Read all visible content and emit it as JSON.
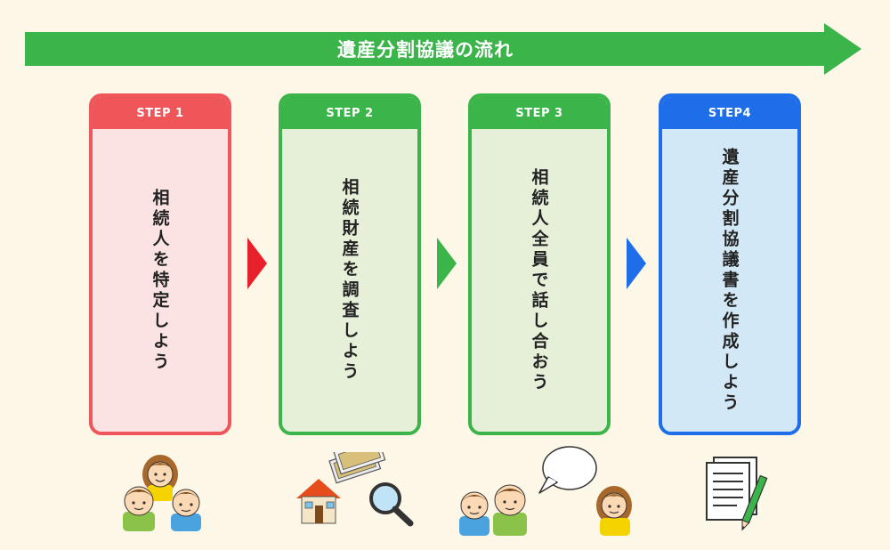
{
  "banner": {
    "title": "遺産分割協議の流れ"
  },
  "steps": [
    {
      "label": "STEP 1",
      "text": "相続人を特定しよう",
      "color": "#ee5659",
      "bg": "#fbe3e3"
    },
    {
      "label": "STEP 2",
      "text": "相続財産を調査しよう",
      "color": "#3bb44a",
      "bg": "#e6f0d8"
    },
    {
      "label": "STEP 3",
      "text": "相続人全員で話し合おう",
      "color": "#3bb44a",
      "bg": "#e6f0d8"
    },
    {
      "label": "STEP4",
      "text": "遺産分割協議書を作成しよう",
      "color": "#1d6ee8",
      "bg": "#d3e8f6"
    }
  ],
  "colors": {
    "banner": "#3bb44a",
    "chevron_1": "#e8202a",
    "chevron_2": "#3bb44a",
    "chevron_3": "#1d6ee8"
  }
}
